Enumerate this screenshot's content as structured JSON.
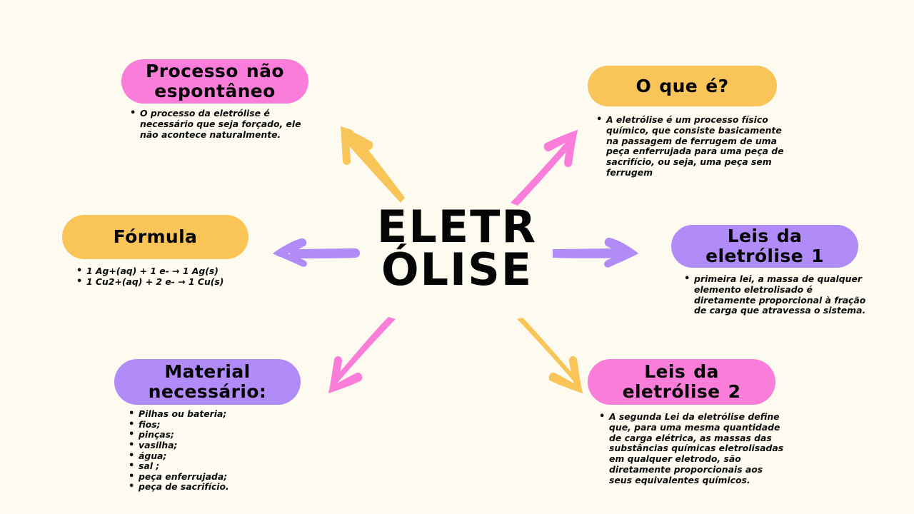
{
  "page": {
    "background_color": "#fdfbf0",
    "center_title_line1": "ELETR",
    "center_title_line2": "ÓLISE"
  },
  "palette": {
    "pink": "#f97dd9",
    "yellow": "#f9c558",
    "purple": "#b18bf8",
    "text": "#050505",
    "background": "#fdfbf0"
  },
  "nodes": [
    {
      "id": "processo-nao-espontaneo",
      "title": "Processo não espontâneo",
      "color": "#f97dd9",
      "items": [
        "O processo da eletrólise é necessário que seja forçado, ele não acontece naturalmente."
      ]
    },
    {
      "id": "o-que-e",
      "title": "O que é?",
      "color": "#f9c558",
      "items": [
        "A eletrólise é um processo físico químico, que consiste basicamente na passagem de ferrugem de uma peça enferrujada para uma peça de sacrifício, ou seja, uma peça sem ferrugem"
      ]
    },
    {
      "id": "formula",
      "title": "Fórmula",
      "color": "#f9c558",
      "items": [
        "1 Ag+(aq) + 1 e- → 1 Ag(s)",
        "1 Cu2+(aq) + 2 e- → 1 Cu(s)"
      ]
    },
    {
      "id": "leis-da-eletrolise-1",
      "title": "Leis da eletrólise 1",
      "color": "#b18bf8",
      "items": [
        "primeira lei, a massa de qualquer elemento eletrolisado é diretamente proporcional à fração de carga que atravessa o sistema."
      ]
    },
    {
      "id": "material-necessario",
      "title": "Material necessário:",
      "color": "#b18bf8",
      "items": [
        "Pilhas ou bateria;",
        "fios;",
        "pinças;",
        "vasilha;",
        "água;",
        "sal ;",
        "peça enferrujada;",
        "peça de sacrifício."
      ]
    },
    {
      "id": "leis-da-eletrolise-2",
      "title": "Leis da eletrólise 2",
      "color": "#f97dd9",
      "items": [
        "A segunda Lei da eletrólise define que, para uma mesma quantidade de carga elétrica, as massas das substâncias químicas eletrolisadas em qualquer eletrodo, são diretamente proporcionais aos seus equivalentes químicos."
      ]
    }
  ],
  "arrows": [
    {
      "id": "arrow-up-left",
      "direction": "up-left",
      "color": "#f9c558",
      "target": "processo-nao-espontaneo"
    },
    {
      "id": "arrow-up-right",
      "direction": "up-right",
      "color": "#f97dd9",
      "target": "o-que-e"
    },
    {
      "id": "arrow-left",
      "direction": "left",
      "color": "#b18bf8",
      "target": "formula"
    },
    {
      "id": "arrow-right",
      "direction": "right",
      "color": "#b18bf8",
      "target": "leis-da-eletrolise-1"
    },
    {
      "id": "arrow-down-left",
      "direction": "down-left",
      "color": "#f97dd9",
      "target": "material-necessario"
    },
    {
      "id": "arrow-down-right",
      "direction": "down-right",
      "color": "#f9c558",
      "target": "leis-da-eletrolise-2"
    }
  ]
}
